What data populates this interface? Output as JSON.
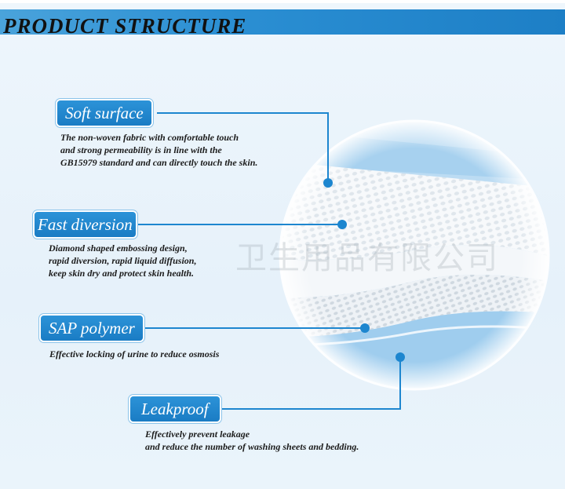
{
  "header": {
    "title": "PRODUCT  STRUCTURE"
  },
  "features": [
    {
      "label": "Soft surface",
      "lines": [
        "The non-woven fabric with comfortable touch",
        "and strong permeability is in line with the",
        "GB15979 standard and can directly touch the skin."
      ]
    },
    {
      "label": "Fast diversion",
      "lines": [
        "Diamond shaped embossing design,",
        "rapid diversion, rapid liquid diffusion,",
        "keep skin dry and protect skin health."
      ]
    },
    {
      "label": "SAP polymer",
      "lines": [
        "Effective locking of urine to reduce osmosis"
      ]
    },
    {
      "label": "Leakproof",
      "lines": [
        "Effectively prevent leakage",
        "and reduce the number of washing sheets and bedding."
      ]
    }
  ],
  "watermark": "卫生用品有限公司",
  "colors": {
    "accent": "#1a7cc4",
    "connector": "#1d86cf",
    "background": "#e8f3fb"
  }
}
